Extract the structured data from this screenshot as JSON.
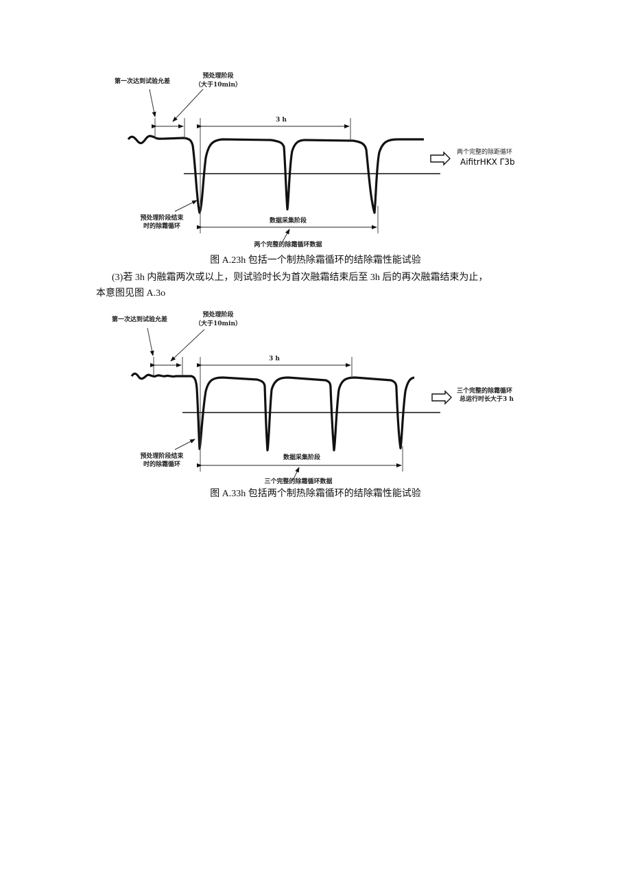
{
  "figure1": {
    "label_first_reach": "第一次达到试验允差",
    "label_pretreat_line1": "预处理阶段",
    "label_pretreat_line2": "（大于10min）",
    "label_3h": "3 h",
    "label_right_line1": "两个完整的除距循环",
    "label_right_line2": "AifitrHKX Γ3b",
    "label_pre_end_line1": "预处理阶段结束",
    "label_pre_end_line2": "时的除霜循环",
    "label_collect": "数据采集阶段",
    "label_bottom": "两个完整的除霜循环数据",
    "caption": "图 A.23h 包括一个制热除霜循环的结除霜性能试验"
  },
  "paragraph": {
    "line1": "(3)若 3h 内融霜两次或以上，则试验时长为首次融霜结束后至 3h 后的再次融霜结束为止，",
    "line2": "本意图见图 A.3o"
  },
  "figure2": {
    "label_first_reach": "第一次达到试验允差",
    "label_pretreat_line1": "预处理阶段",
    "label_pretreat_line2": "（大于10min）",
    "label_3h": "3 h",
    "label_right_line1": "三个完整的除霜循环",
    "label_right_line2": "总运行时长大于3 h",
    "label_pre_end_line1": "预处理阶段结束",
    "label_pre_end_line2": "时的除霜循环",
    "label_collect": "数据采集阶段",
    "label_bottom": "三个完整的除霜循环数据",
    "caption": "图 A.33h 包括两个制热除霜循环的结除霜性能试验"
  },
  "colors": {
    "ink": "#111111",
    "text": "#222222",
    "background": "#ffffff"
  }
}
